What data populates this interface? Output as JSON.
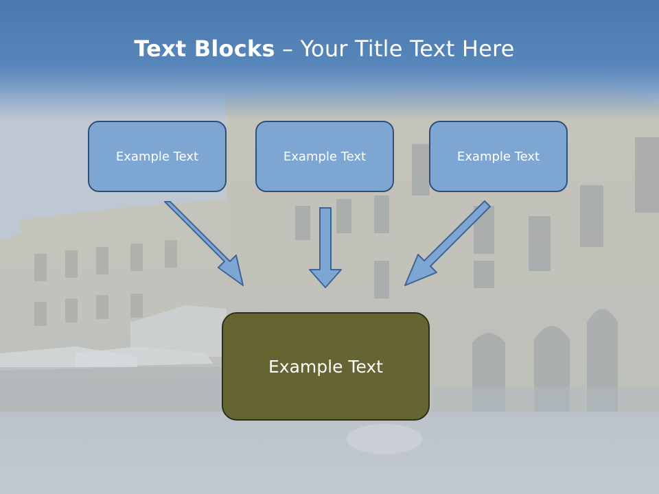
{
  "slide": {
    "title_bold": "Text Blocks",
    "title_rest": " – Your Title Text Here"
  },
  "diagram": {
    "top_blocks": [
      {
        "label": "Example Text"
      },
      {
        "label": "Example Text"
      },
      {
        "label": "Example Text"
      }
    ],
    "bottom_block": {
      "label": "Example Text"
    }
  },
  "colors": {
    "header": "#4a79ad",
    "top_block_fill": "#7ea6d3",
    "top_block_border": "#2e4f78",
    "bottom_block_fill": "#656433",
    "bottom_block_border": "#2f2f16",
    "arrow_fill": "#7ea6d3",
    "arrow_border": "#3d6494"
  },
  "icons": [
    "arrow-down-right-icon",
    "arrow-down-icon",
    "arrow-down-left-icon"
  ]
}
